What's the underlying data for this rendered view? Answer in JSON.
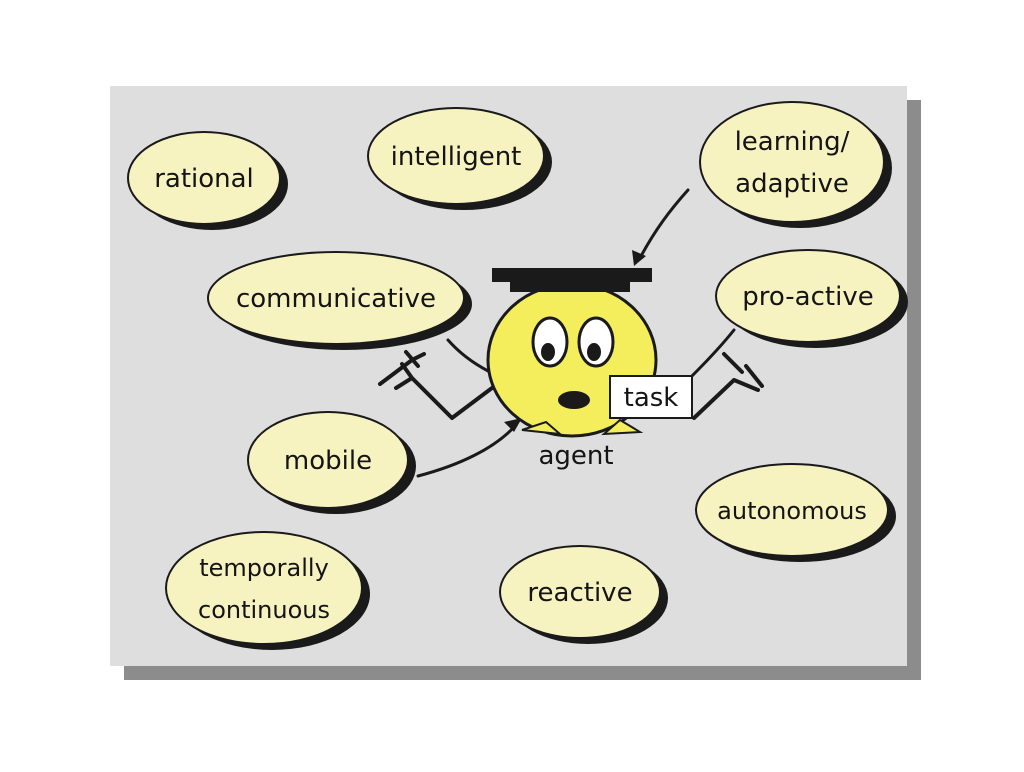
{
  "diagram": {
    "colors": {
      "panel": "#dedede",
      "panel_shadow": "#8c8c8c",
      "bubble_fill": "#f7f3c1",
      "bubble_stroke": "#1a1a1a",
      "face_fill": "#f4ee5c",
      "task_fill": "#ffffff"
    },
    "properties": {
      "rational": "rational",
      "intelligent": "intelligent",
      "learning_line1": "learning/",
      "learning_line2": "adaptive",
      "communicative": "communicative",
      "pro_active": "pro-active",
      "mobile": "mobile",
      "autonomous": "autonomous",
      "temporally_line1": "temporally",
      "temporally_line2": "continuous",
      "reactive": "reactive"
    },
    "agent": {
      "label": "agent",
      "task": "task"
    }
  }
}
